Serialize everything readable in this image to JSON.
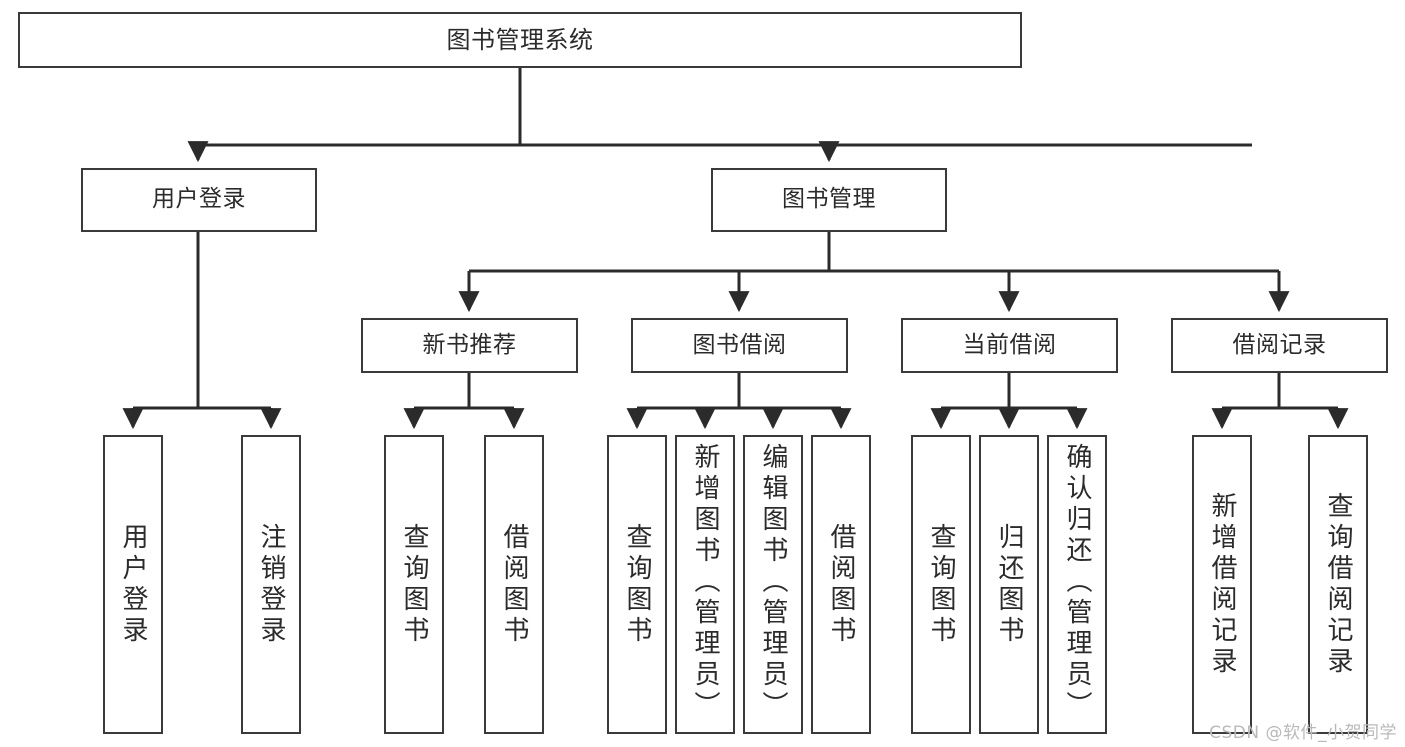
{
  "diagram": {
    "title": "图书管理系统",
    "watermark": "CSDN @软件_小贺同学",
    "accent_color": "#3a3a3a",
    "background_color": "#ffffff",
    "text_color": "#2b2b2b",
    "watermark_color": "#b9b9b9",
    "root": {
      "label": "图书管理系统"
    },
    "level2": [
      {
        "label": "用户登录"
      },
      {
        "label": "图书管理"
      }
    ],
    "level3": [
      {
        "label": "新书推荐"
      },
      {
        "label": "图书借阅"
      },
      {
        "label": "当前借阅"
      },
      {
        "label": "借阅记录"
      }
    ],
    "leaves": {
      "user_login": [
        {
          "label": "用户登录"
        },
        {
          "label": "注销登录"
        }
      ],
      "new_book_recommend": [
        {
          "label": "查询图书"
        },
        {
          "label": "借阅图书"
        }
      ],
      "book_borrow": [
        {
          "label": "查询图书"
        },
        {
          "label": "新增图书（管理员）"
        },
        {
          "label": "编辑图书（管理员）"
        },
        {
          "label": "借阅图书"
        }
      ],
      "current_borrow": [
        {
          "label": "查询图书"
        },
        {
          "label": "归还图书"
        },
        {
          "label": "确认归还（管理员）"
        }
      ],
      "borrow_records": [
        {
          "label": "新增借阅记录"
        },
        {
          "label": "查询借阅记录"
        }
      ]
    }
  }
}
